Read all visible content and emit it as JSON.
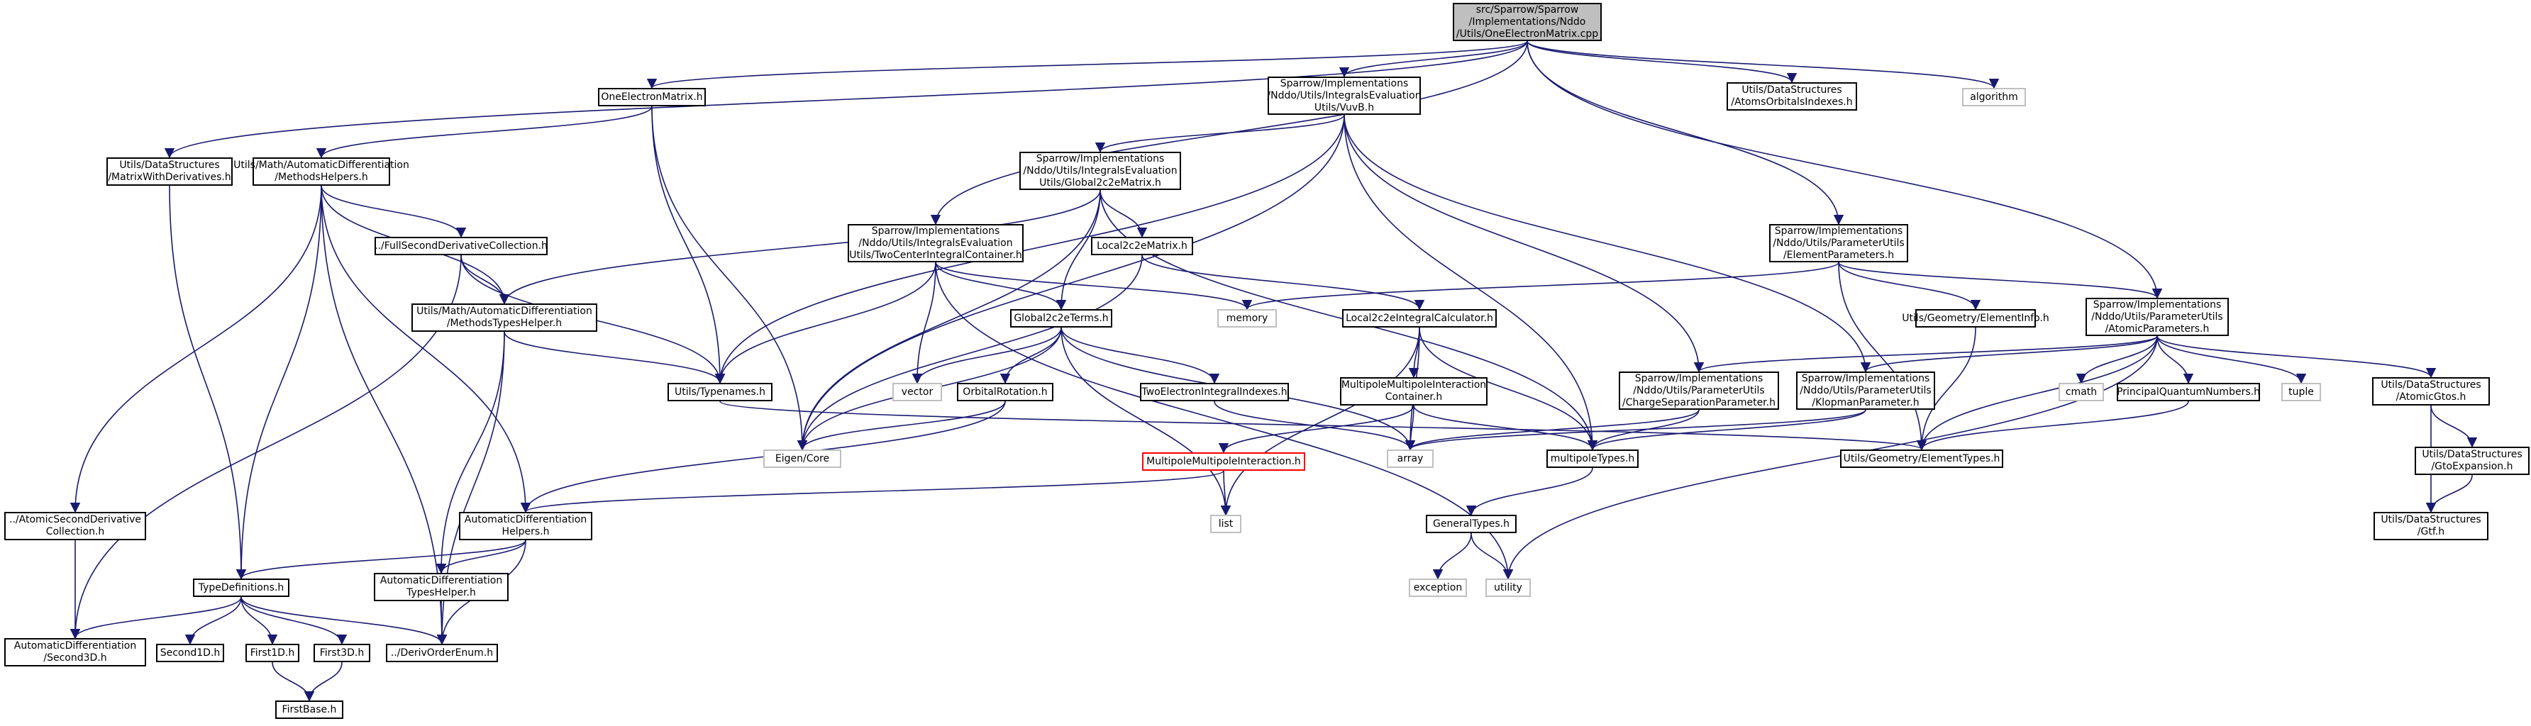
{
  "colors": {
    "edge": "#191970",
    "root_fill": "#bfbfbf",
    "node_border": "#000000",
    "external_border": "#bfbfbf",
    "warn_border": "#ff0000"
  },
  "nodes": {
    "root": "src/Sparrow/Sparrow\n/Implementations/Nddo\n/Utils/OneElectronMatrix.cpp",
    "one_electron_matrix": "OneElectronMatrix.h",
    "vuv_b": "Sparrow/Implementations\n/Nddo/Utils/IntegralsEvaluation\nUtils/VuvB.h",
    "atoms_orbitals_indexes": "Utils/DataStructures\n/AtomsOrbitalsIndexes.h",
    "algorithm": "algorithm",
    "matrix_with_derivatives": "Utils/DataStructures\n/MatrixWithDerivatives.h",
    "methods_helpers": "Utils/Math/AutomaticDifferentiation\n/MethodsHelpers.h",
    "global_2c2e_matrix": "Sparrow/Implementations\n/Nddo/Utils/IntegralsEvaluation\nUtils/Global2c2eMatrix.h",
    "full_second_derivative": "../FullSecondDerivativeCollection.h",
    "local_2c2e_matrix": "Local2c2eMatrix.h",
    "two_center_container": "Sparrow/Implementations\n/Nddo/Utils/IntegralsEvaluation\nUtils/TwoCenterIntegralContainer.h",
    "element_parameters": "Sparrow/Implementations\n/Nddo/Utils/ParameterUtils\n/ElementParameters.h",
    "methods_types_helper": "Utils/Math/AutomaticDifferentiation\n/MethodsTypesHelper.h",
    "global_2c2e_terms": "Global2c2eTerms.h",
    "memory": "memory",
    "local_2c2e_calculator": "Local2c2eIntegralCalculator.h",
    "element_info": "Utils/Geometry/ElementInfo.h",
    "atomic_parameters": "Sparrow/Implementations\n/Nddo/Utils/ParameterUtils\n/AtomicParameters.h",
    "typenames": "Utils/Typenames.h",
    "vector": "vector",
    "orbital_rotation": "OrbitalRotation.h",
    "two_electron_indexes": "TwoElectronIntegralIndexes.h",
    "multipole_container": "MultipoleMultipoleInteraction\nContainer.h",
    "charge_separation": "Sparrow/Implementations\n/Nddo/Utils/ParameterUtils\n/ChargeSeparationParameter.h",
    "klopman": "Sparrow/Implementations\n/Nddo/Utils/ParameterUtils\n/KlopmanParameter.h",
    "cmath": "cmath",
    "principal_qn": "PrincipalQuantumNumbers.h",
    "tuple": "tuple",
    "atomic_gtos": "Utils/DataStructures\n/AtomicGtos.h",
    "eigen_core": "Eigen/Core",
    "array": "array",
    "element_types": "Utils/Geometry/ElementTypes.h",
    "multipole_interaction": "MultipoleMultipoleInteraction.h",
    "multipole_types": "multipoleTypes.h",
    "gto_expansion": "Utils/DataStructures\n/GtoExpansion.h",
    "atomic_second_derivative": "../AtomicSecondDerivative\nCollection.h",
    "ad_helpers": "AutomaticDifferentiation\nHelpers.h",
    "list": "list",
    "general_types": "GeneralTypes.h",
    "gtf": "Utils/DataStructures\n/Gtf.h",
    "ad_types_helper": "AutomaticDifferentiation\nTypesHelper.h",
    "type_definitions": "TypeDefinitions.h",
    "exception": "exception",
    "utility": "utility",
    "second_3d": "AutomaticDifferentiation\n/Second3D.h",
    "second_1d": "Second1D.h",
    "first_1d": "First1D.h",
    "first_3d": "First3D.h",
    "deriv_order_enum": "../DerivOrderEnum.h",
    "first_base": "FirstBase.h"
  }
}
